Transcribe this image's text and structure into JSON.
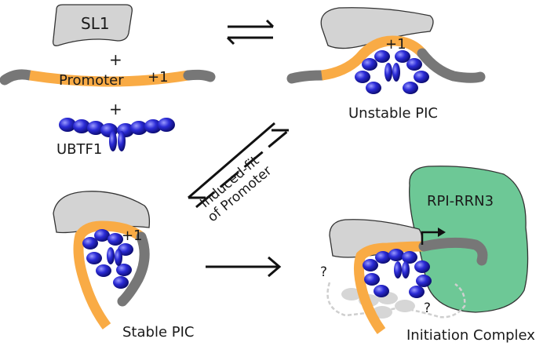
{
  "labels": {
    "sl1": "SL1",
    "plus_1": "+",
    "promoter": "Promoter",
    "tss_left": "+1",
    "plus_2": "+",
    "ubtf1": "UBTF1",
    "tss_unstable": "+1",
    "unstable_pic": "Unstable PIC",
    "induced_fit_line1": "Induced-fit",
    "induced_fit_line2": "of Promoter",
    "rpi_rrn3": "RPI-RRN3",
    "tss_stable": "+1",
    "stable_pic": "Stable PIC",
    "question_1": "?",
    "question_2": "?",
    "initiation_complex": "Initiation Complex"
  },
  "colors": {
    "sl1_fill": "#d3d3d3",
    "promoter_orange": "#f9ab45",
    "dna_gray": "#777777",
    "ubtf1_blue": "#2b2bcc",
    "rpi_green": "#6dc896",
    "arrow_black": "#111111"
  }
}
